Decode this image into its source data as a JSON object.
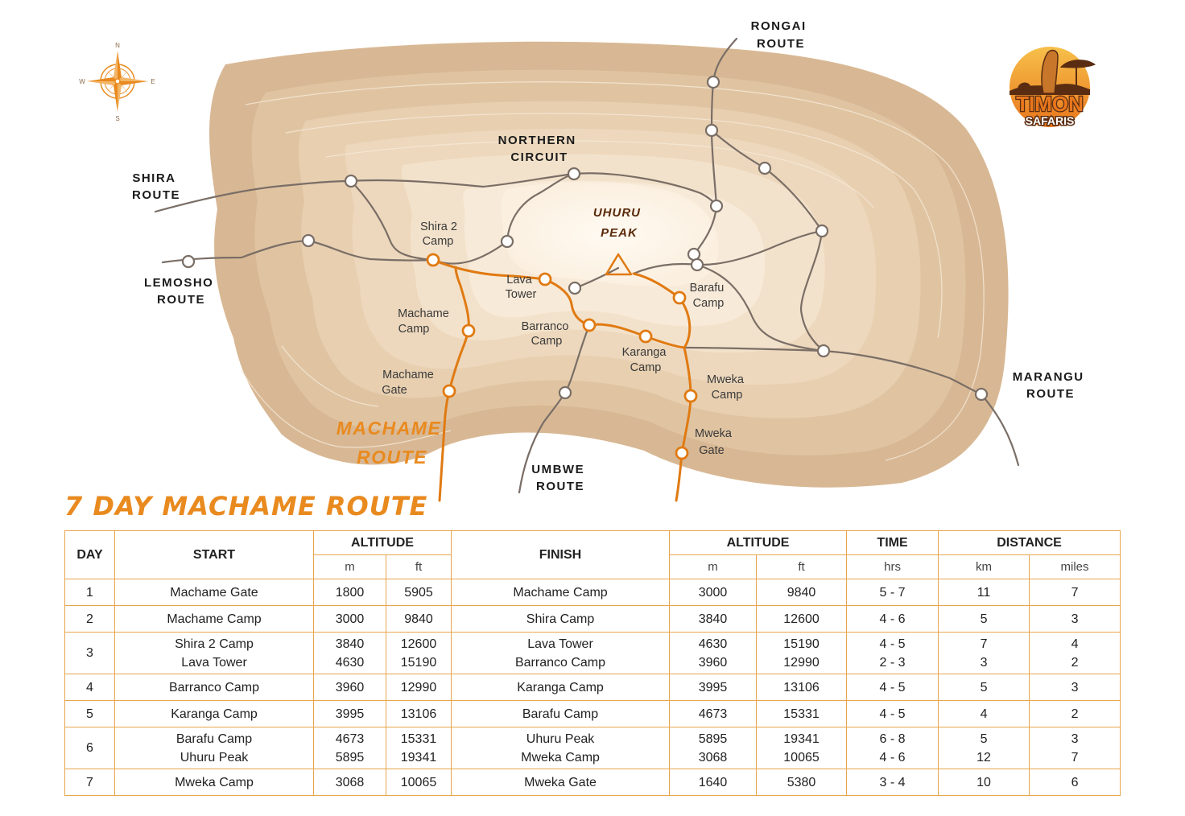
{
  "map": {
    "routes": {
      "rongai": [
        "RONGAI",
        "ROUTE"
      ],
      "northern": [
        "NORTHERN",
        "CIRCUIT"
      ],
      "shira": [
        "SHIRA",
        "ROUTE"
      ],
      "lemosho": [
        "LEMOSHO",
        "ROUTE"
      ],
      "marangu": [
        "MARANGU",
        "ROUTE"
      ],
      "umbwe": [
        "UMBWE",
        "ROUTE"
      ],
      "machame": [
        "MACHAME",
        "ROUTE"
      ]
    },
    "peak": [
      "UHURU",
      "PEAK"
    ],
    "camps": {
      "shira2": [
        "Shira 2",
        "Camp"
      ],
      "lava": [
        "Lava",
        "Tower"
      ],
      "machame_camp": [
        "Machame",
        "Camp"
      ],
      "barranco": [
        "Barranco",
        "Camp"
      ],
      "barafu": [
        "Barafu",
        "Camp"
      ],
      "karanga": [
        "Karanga",
        "Camp"
      ],
      "machame_gate": [
        "Machame",
        "Gate"
      ],
      "mweka_camp": [
        "Mweka",
        "Camp"
      ],
      "mweka_gate": [
        "Mweka",
        "Gate"
      ]
    },
    "compass": {
      "n": "N",
      "s": "S",
      "e": "E",
      "w": "W"
    },
    "logo": {
      "line1": "TIMON",
      "line2": "SAFARIS"
    },
    "colors": {
      "route": "#e07a12",
      "trail": "#7a6e66",
      "terrain": "#d9b995",
      "peak_area": "#fbf1e3"
    }
  },
  "title": "7 DAY MACHAME ROUTE",
  "table": {
    "headers": {
      "day": "DAY",
      "start": "START",
      "altitude": "ALTITUDE",
      "finish": "FINISH",
      "time": "TIME",
      "distance": "DISTANCE",
      "m": "m",
      "ft": "ft",
      "hrs": "hrs",
      "km": "km",
      "miles": "miles"
    },
    "rows": [
      {
        "day": "1",
        "start": [
          "Machame Gate"
        ],
        "sm": [
          "1800"
        ],
        "sft": [
          "5905"
        ],
        "finish": [
          "Machame Camp"
        ],
        "fm": [
          "3000"
        ],
        "fft": [
          "9840"
        ],
        "time": [
          "5 - 7"
        ],
        "km": [
          "11"
        ],
        "mi": [
          "7"
        ]
      },
      {
        "day": "2",
        "start": [
          "Machame Camp"
        ],
        "sm": [
          "3000"
        ],
        "sft": [
          "9840"
        ],
        "finish": [
          "Shira Camp"
        ],
        "fm": [
          "3840"
        ],
        "fft": [
          "12600"
        ],
        "time": [
          "4 - 6"
        ],
        "km": [
          "5"
        ],
        "mi": [
          "3"
        ]
      },
      {
        "day": "3",
        "start": [
          "Shira 2 Camp",
          "Lava Tower"
        ],
        "sm": [
          "3840",
          "4630"
        ],
        "sft": [
          "12600",
          "15190"
        ],
        "finish": [
          "Lava Tower",
          "Barranco Camp"
        ],
        "fm": [
          "4630",
          "3960"
        ],
        "fft": [
          "15190",
          "12990"
        ],
        "time": [
          "4 - 5",
          "2 - 3"
        ],
        "km": [
          "7",
          "3"
        ],
        "mi": [
          "4",
          "2"
        ]
      },
      {
        "day": "4",
        "start": [
          "Barranco Camp"
        ],
        "sm": [
          "3960"
        ],
        "sft": [
          "12990"
        ],
        "finish": [
          "Karanga Camp"
        ],
        "fm": [
          "3995"
        ],
        "fft": [
          "13106"
        ],
        "time": [
          "4 - 5"
        ],
        "km": [
          "5"
        ],
        "mi": [
          "3"
        ]
      },
      {
        "day": "5",
        "start": [
          "Karanga Camp"
        ],
        "sm": [
          "3995"
        ],
        "sft": [
          "13106"
        ],
        "finish": [
          "Barafu Camp"
        ],
        "fm": [
          "4673"
        ],
        "fft": [
          "15331"
        ],
        "time": [
          "4 - 5"
        ],
        "km": [
          "4"
        ],
        "mi": [
          "2"
        ]
      },
      {
        "day": "6",
        "start": [
          "Barafu Camp",
          "Uhuru Peak"
        ],
        "sm": [
          "4673",
          "5895"
        ],
        "sft": [
          "15331",
          "19341"
        ],
        "finish": [
          "Uhuru Peak",
          "Mweka Camp"
        ],
        "fm": [
          "5895",
          "3068"
        ],
        "fft": [
          "19341",
          "10065"
        ],
        "time": [
          "6 - 8",
          "4 - 6"
        ],
        "km": [
          "5",
          "12"
        ],
        "mi": [
          "3",
          "7"
        ]
      },
      {
        "day": "7",
        "start": [
          "Mweka Camp"
        ],
        "sm": [
          "3068"
        ],
        "sft": [
          "10065"
        ],
        "finish": [
          "Mweka Gate"
        ],
        "fm": [
          "1640"
        ],
        "fft": [
          "5380"
        ],
        "time": [
          "3 - 4"
        ],
        "km": [
          "10"
        ],
        "mi": [
          "6"
        ]
      }
    ]
  }
}
